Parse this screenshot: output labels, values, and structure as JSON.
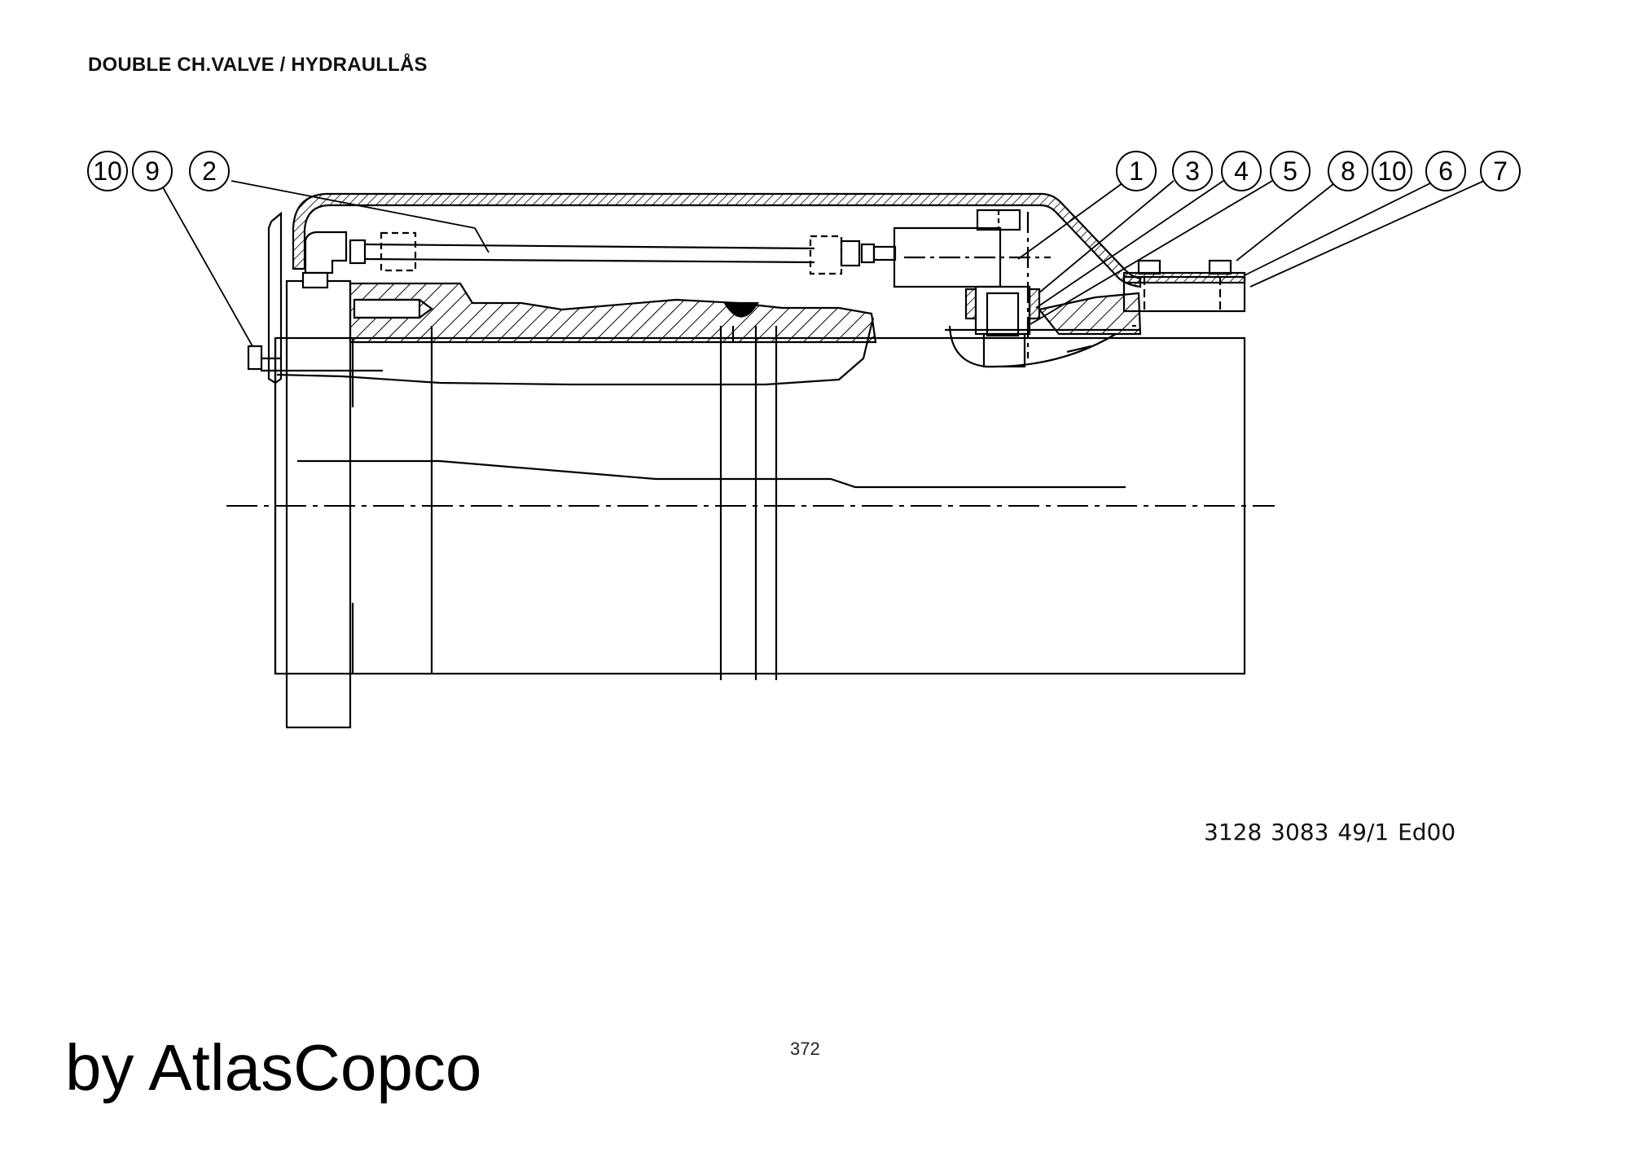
{
  "page": {
    "title": "DOUBLE CH.VALVE / HYDRAULLÅS",
    "drawing_number": "3128 3083 49/1  Ed00",
    "page_number": "372",
    "brand": "by AtlasCopco"
  },
  "callouts": {
    "left": [
      "10",
      "9",
      "2"
    ],
    "right": [
      "1",
      "3",
      "4",
      "5",
      "8",
      "10",
      "6",
      "7"
    ]
  }
}
